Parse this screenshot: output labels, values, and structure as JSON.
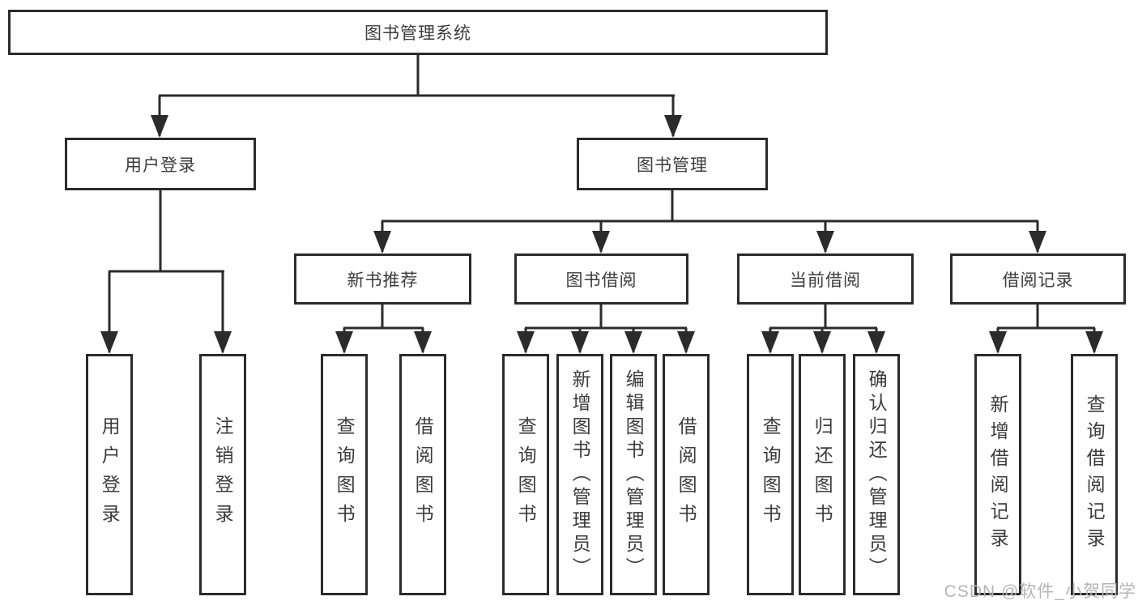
{
  "diagram_type": "tree",
  "colors": {
    "line": "#2b2b2b",
    "box_border": "#2b2b2b",
    "text": "#3c3c3c",
    "watermark": "#b5b5b5",
    "background": "#ffffff"
  },
  "tree": {
    "label": "图书管理系统",
    "children": [
      {
        "label": "用户登录",
        "children": [
          {
            "label": "用户登录"
          },
          {
            "label": "注销登录"
          }
        ]
      },
      {
        "label": "图书管理",
        "children": [
          {
            "label": "新书推荐",
            "children": [
              {
                "label": "查询图书"
              },
              {
                "label": "借阅图书"
              }
            ]
          },
          {
            "label": "图书借阅",
            "children": [
              {
                "label": "查询图书"
              },
              {
                "label": "新增图书（管理员）"
              },
              {
                "label": "编辑图书（管理员）"
              },
              {
                "label": "借阅图书"
              }
            ]
          },
          {
            "label": "当前借阅",
            "children": [
              {
                "label": "查询图书"
              },
              {
                "label": "归还图书"
              },
              {
                "label": "确认归还（管理员）"
              }
            ]
          },
          {
            "label": "借阅记录",
            "children": [
              {
                "label": "新增借阅记录"
              },
              {
                "label": "查询借阅记录"
              }
            ]
          }
        ]
      }
    ]
  },
  "watermark": {
    "text": "CSDN @软件_小贺同学"
  }
}
